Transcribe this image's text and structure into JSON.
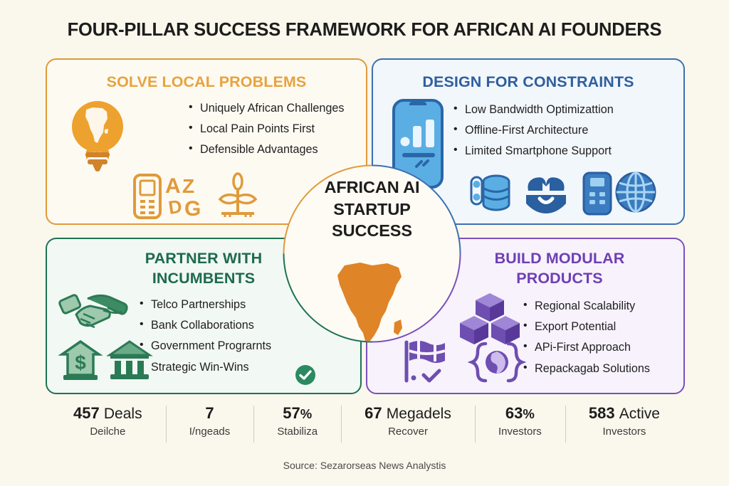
{
  "page": {
    "title": "FOUR-PILLAR SUCCESS FRAMEWORK FOR AFRICAN AI FOUNDERS",
    "background_color": "#faf7ec",
    "source": "Source: Sezarorseas News Analystis"
  },
  "center": {
    "line1": "AFRICAN AI",
    "line2": "STARTUP",
    "line3": "SUCCESS",
    "map_color": "#e08428"
  },
  "panels": [
    {
      "id": "solve",
      "heading": "SOLVE LOCAL PROBLEMS",
      "accent": "#e09a3a",
      "heading_color": "#e8a33d",
      "background": "#fdfaf2",
      "bullets": [
        "Uniquely African Challenges",
        "Local Pain Points First",
        "Defensible Advantages"
      ],
      "icons": [
        "lightbulb-africa-icon",
        "feature-phone-icon",
        "translate-az-icon",
        "plant-sprout-icon"
      ]
    },
    {
      "id": "design",
      "heading": "DESIGN FOR CONSTRAINTS",
      "accent": "#3d6fb0",
      "heading_color": "#2f5f9e",
      "background": "#f2f7fc",
      "bullets": [
        "Low Bandwidth Optimizattion",
        "Offline-First Architecture",
        "Limited Smartphone Support"
      ],
      "icons": [
        "smartphone-chart-icon",
        "database-stack-icon",
        "handshake-care-icon",
        "feature-phone-icon",
        "globe-grid-icon"
      ]
    },
    {
      "id": "partner",
      "heading": "PARTNER WITH INCUMBENTS",
      "heading_line1": "PARTNER WITH",
      "heading_line2": "INCUMBENTS",
      "accent": "#1f7254",
      "heading_color": "#1d6b4e",
      "background": "#f2f8f3",
      "bullets": [
        "Telco Partnerships",
        "Bank Collaborations",
        "Government Prograrnts",
        "Strategic Win-Wins"
      ],
      "icons": [
        "handshake-icon",
        "money-bank-icon",
        "bank-building-icon",
        "check-badge-icon"
      ]
    },
    {
      "id": "build",
      "heading": "BUILD MODULAR PRODUCTS",
      "heading_line1": "BUILD MODULAR",
      "heading_line2": "PRODUCTS",
      "accent": "#7b4fbe",
      "heading_color": "#6f3fb5",
      "background": "#f7f2fc",
      "bullets": [
        "Regional Scalability",
        "Export Potential",
        "APi-First Approach",
        "Repackagab Solutions"
      ],
      "icons": [
        "modular-cubes-icon",
        "checkered-flag-icon",
        "api-braces-globe-icon"
      ]
    }
  ],
  "stats": [
    {
      "value": "457",
      "unit": "",
      "label_inline": "Deals",
      "label": "Deilche"
    },
    {
      "value": "7",
      "unit": "",
      "label_inline": "",
      "label": "I/ngeads"
    },
    {
      "value": "57",
      "unit": "%",
      "label_inline": "",
      "label": "Stabiliza"
    },
    {
      "value": "67",
      "unit": "",
      "label_inline": "Megadels",
      "label": "Recover"
    },
    {
      "value": "63",
      "unit": "%",
      "label_inline": "",
      "label": "Investors"
    },
    {
      "value": "583",
      "unit": "",
      "label_inline": "Active",
      "label": "Investors"
    }
  ]
}
